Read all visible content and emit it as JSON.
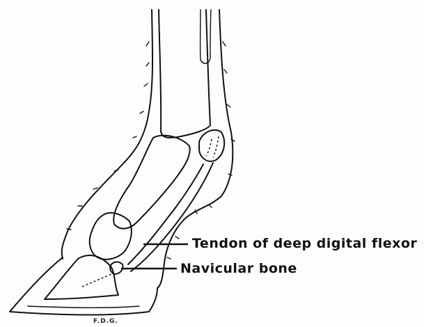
{
  "labels": {
    "tendon": "Tendon of deep digital flexor",
    "navicular": "Navicular bone"
  },
  "signature": "F.D.G.",
  "colors": {
    "ink": "#111111",
    "paper": "#fdfdfc"
  }
}
